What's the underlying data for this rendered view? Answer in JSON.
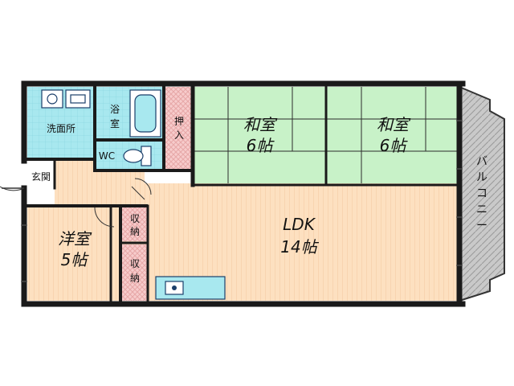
{
  "rooms": {
    "washroom": "洗面所",
    "bath_top": "浴",
    "bath_bottom": "室",
    "wc": "WC",
    "entrance": "玄関",
    "oshiire_top": "押",
    "oshiire_bottom": "入",
    "washitsu1_name": "和室",
    "washitsu1_size": "6帖",
    "washitsu2_name": "和室",
    "washitsu2_size": "6帖",
    "youshitsu_name": "洋室",
    "youshitsu_size": "5帖",
    "storage1_top": "収",
    "storage1_bottom": "納",
    "storage2_top": "収",
    "storage2_bottom": "納",
    "ldk_name": "LDK",
    "ldk_size": "14帖",
    "balcony": [
      "バ",
      "ル",
      "コ",
      "ニ",
      "ー"
    ]
  },
  "colors": {
    "wall": "#1a1a1a",
    "tatami": "#c8f2c8",
    "wood": "#fde0c0",
    "wet": "#a8e8ef",
    "closet": "#f7cccc",
    "balcony": "#c9c9c9"
  }
}
